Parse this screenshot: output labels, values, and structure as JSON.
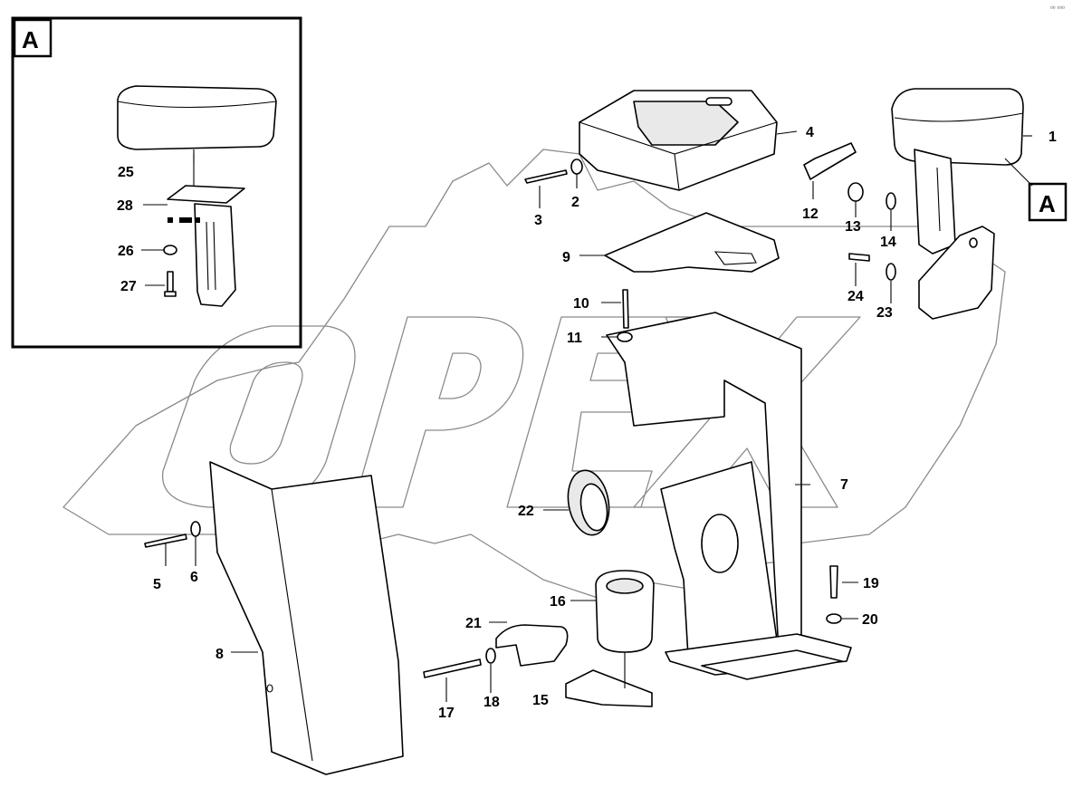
{
  "corner_mark": "⁰⁰ ⁰⁰⁰",
  "watermark": {
    "text": "OPEX"
  },
  "detail_view": {
    "label": "A"
  },
  "reference_tag": {
    "label": "A"
  },
  "callouts": {
    "c1": "1",
    "c2": "2",
    "c3": "3",
    "c4": "4",
    "c5": "5",
    "c6": "6",
    "c7": "7",
    "c8": "8",
    "c9": "9",
    "c10": "10",
    "c11": "11",
    "c12": "12",
    "c13": "13",
    "c14": "14",
    "c15": "15",
    "c16": "16",
    "c17": "17",
    "c18": "18",
    "c19": "19",
    "c20": "20",
    "c21": "21",
    "c22": "22",
    "c23": "23",
    "c24": "24",
    "c25": "25",
    "c26": "26",
    "c27": "27",
    "c28": "28"
  }
}
